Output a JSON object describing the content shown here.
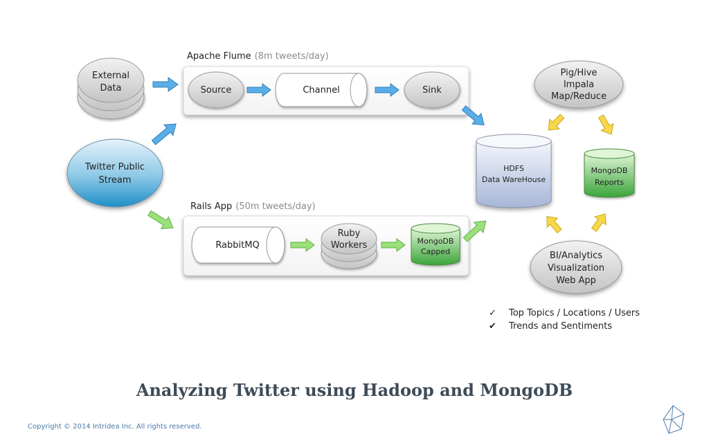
{
  "flume": {
    "title": "Apache Flume",
    "subtitle": "(8m tweets/day)"
  },
  "rails": {
    "title": "Rails App",
    "subtitle": "(50m tweets/day)"
  },
  "nodes": {
    "external_data": [
      "External",
      "Data"
    ],
    "twitter": [
      "Twitter Public",
      "Stream"
    ],
    "source": "Source",
    "channel": "Channel",
    "sink": "Sink",
    "rabbitmq": "RabbitMQ",
    "ruby_workers": [
      "Ruby",
      "Workers"
    ],
    "mongodb_capped": [
      "MongoDB",
      "Capped"
    ],
    "hdfs": [
      "HDFS",
      "Data WareHouse"
    ],
    "pighive": [
      "Pig/Hive",
      "Impala",
      "Map/Reduce"
    ],
    "mongodb_reports": [
      "MongoDB",
      "Reports"
    ],
    "bi": [
      "BI/Analytics",
      "Visualization",
      "Web App"
    ]
  },
  "outputs": [
    {
      "mark": "✓",
      "text": "Top Topics / Locations / Users"
    },
    {
      "mark": "✔",
      "text": "Trends and Sentiments"
    }
  ],
  "title": "Analyzing Twitter using Hadoop and MongoDB",
  "copyright": "Copyright © 2014 Intridea Inc. All rights reserved.",
  "colors": {
    "blue_arrow": "#5aaee8",
    "green_arrow": "#9be07a",
    "yellow_arrow": "#f6d84a",
    "brand": "#4a79a8"
  },
  "icons": {
    "logo": "crystal-polygon-logo"
  }
}
